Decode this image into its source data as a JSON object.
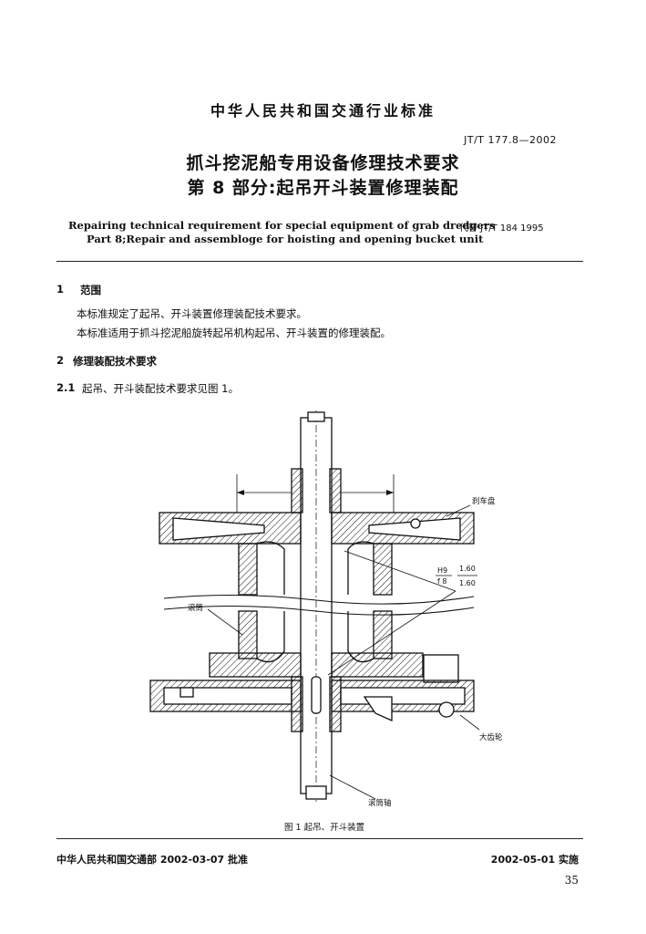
{
  "header": {
    "organization": "中华人民共和国交通行业标准",
    "standard_number": "JT/T 177.8—2002"
  },
  "title": {
    "line1": "抓斗挖泥船专用设备修理技术要求",
    "line2": "第 8 部分:起吊开斗装置修理装配"
  },
  "english_title": {
    "line1": "Repairing technical requirement for special equipment of grab dredgers",
    "line2": "Part 8;Repair and assembloge for hoisting and opening bucket unit"
  },
  "replaces": "代替 JT/T 184  1995",
  "section1": {
    "number": "1",
    "heading": "范围",
    "para1": "本标准规定了起吊、开斗装置修理装配技术要求。",
    "para2": "本标准适用于抓斗挖泥船旋转起吊机构起吊、开斗装置的修理装配。"
  },
  "section2": {
    "number": "2",
    "heading": "修理装配技术要求"
  },
  "clause2_1": {
    "number": "2.1",
    "text": "起吊、开斗装配技术要求见图 1。"
  },
  "figure": {
    "labels": {
      "brake_disc": "刹车盘",
      "bushing": "滚筒",
      "big_gear": "大齿轮",
      "drum_shaft": "滚筒轴"
    },
    "fit": {
      "numerator": "H9",
      "denominator": "f 8",
      "roughness_top": "1.60",
      "roughness_bottom": "1.60"
    },
    "caption": "图 1  起吊、开斗装置"
  },
  "footer": {
    "approval": "中华人民共和国交通部 2002-03-07 批准",
    "implementation": "2002-05-01 实施",
    "page_number": "35"
  }
}
